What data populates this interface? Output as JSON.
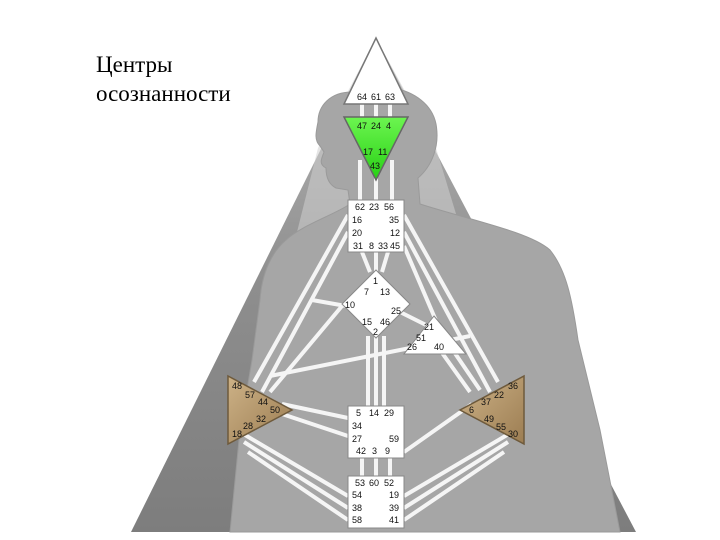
{
  "title_lines": [
    "Центры",
    "осознанности"
  ],
  "colors": {
    "background_triangle": "#8c8c8c",
    "silhouette": "#a8a8a8",
    "channel": "#f4f4f4",
    "defined_center_green": "#33e61f",
    "defined_center_brown": "#b79a6e",
    "undefined_center": "#ffffff"
  },
  "centers": {
    "head": {
      "name": "head",
      "gates": [
        "64",
        "61",
        "63"
      ]
    },
    "ajna": {
      "name": "ajna",
      "defined": true,
      "color": "green",
      "gates": [
        "47",
        "24",
        "4",
        "17",
        "11",
        "43"
      ]
    },
    "throat": {
      "name": "throat",
      "gates": [
        "62",
        "23",
        "56",
        "16",
        "35",
        "20",
        "12",
        "31",
        "8",
        "33",
        "45"
      ]
    },
    "g": {
      "name": "g",
      "gates": [
        "1",
        "7",
        "13",
        "10",
        "25",
        "15",
        "46",
        "2"
      ]
    },
    "heart": {
      "name": "heart",
      "gates": [
        "21",
        "51",
        "26",
        "40"
      ]
    },
    "spleen": {
      "name": "spleen",
      "defined": true,
      "color": "brown",
      "gates": [
        "48",
        "57",
        "44",
        "50",
        "32",
        "28",
        "18"
      ]
    },
    "solar_plexus": {
      "name": "solar-plexus",
      "defined": true,
      "color": "brown",
      "gates": [
        "36",
        "22",
        "37",
        "6",
        "49",
        "55",
        "30"
      ]
    },
    "sacral": {
      "name": "sacral",
      "gates": [
        "5",
        "14",
        "29",
        "34",
        "27",
        "59",
        "42",
        "3",
        "9"
      ]
    },
    "root": {
      "name": "root",
      "gates": [
        "53",
        "60",
        "52",
        "54",
        "19",
        "38",
        "39",
        "58",
        "41"
      ]
    }
  }
}
